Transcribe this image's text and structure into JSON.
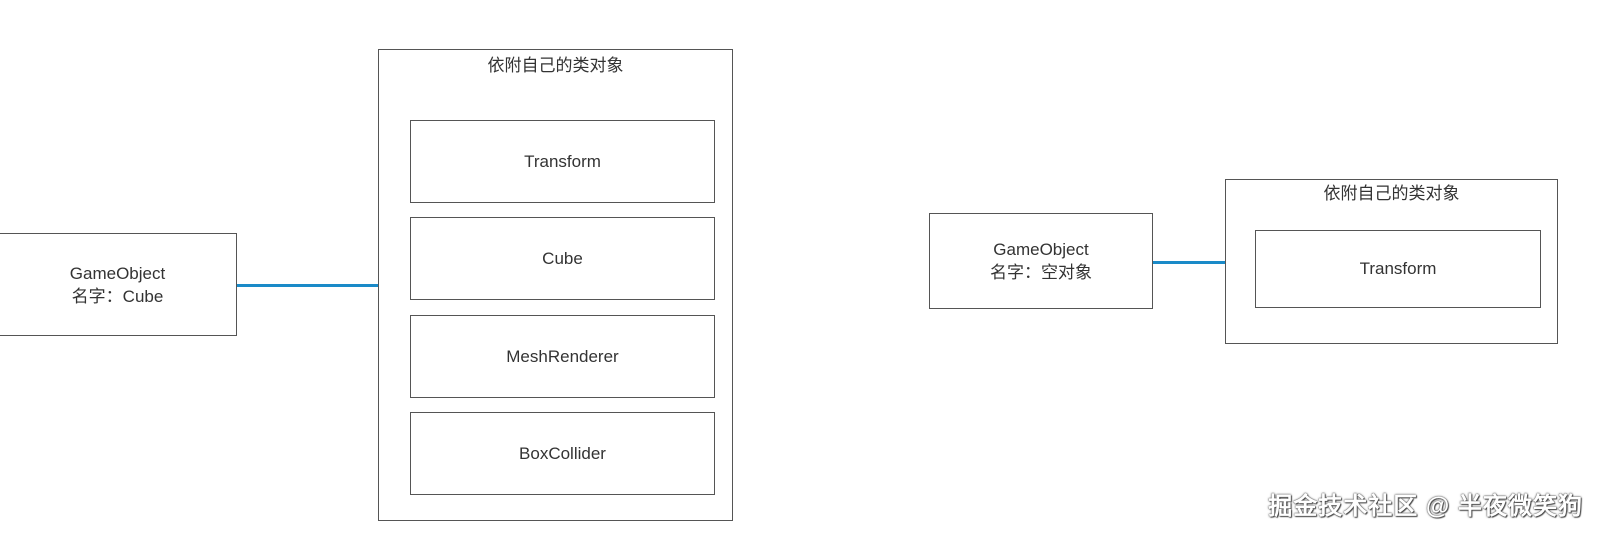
{
  "diagrams": [
    {
      "gameobject": {
        "line1": "GameObject",
        "line2": "名字：Cube"
      },
      "container": {
        "title": "依附自己的类对象",
        "components": [
          "Transform",
          "Cube",
          "MeshRenderer",
          "BoxCollider"
        ]
      }
    },
    {
      "gameobject": {
        "line1": "GameObject",
        "line2": "名字：空对象"
      },
      "container": {
        "title": "依附自己的类对象",
        "components": [
          "Transform"
        ]
      }
    }
  ],
  "watermark": "掘金技术社区 @ 半夜微笑狗",
  "colors": {
    "connector": "#1a8ac8",
    "border": "#555555"
  }
}
